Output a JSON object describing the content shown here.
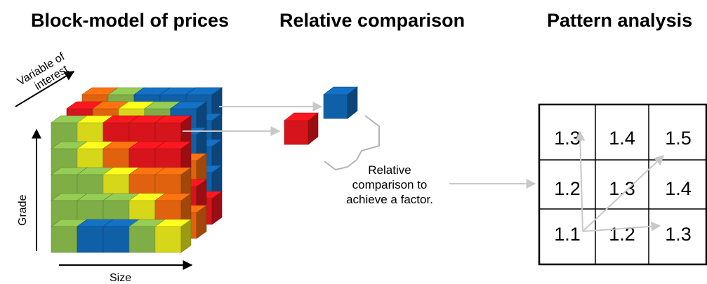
{
  "titles": {
    "block_model": "Block-model of prices",
    "relative_comparison": "Relative comparison",
    "pattern_analysis": "Pattern analysis"
  },
  "axes": {
    "variable_of_interest_line1": "Variable of",
    "variable_of_interest_line2": "interest",
    "grade": "Grade",
    "size": "Size"
  },
  "comparison_caption": [
    "Relative",
    "comparison to",
    "achieve a factor."
  ],
  "colors": {
    "green": "#7fae47",
    "yellow": "#d7d71a",
    "orange": "#e0620e",
    "red": "#d6141b",
    "blue": "#1060a8"
  },
  "pattern_grid": [
    [
      "1.3",
      "1.4",
      "1.5"
    ],
    [
      "1.2",
      "1.3",
      "1.4"
    ],
    [
      "1.1",
      "1.2",
      "1.3"
    ]
  ],
  "front_face": [
    [
      "green",
      "yellow",
      "red",
      "red",
      "red"
    ],
    [
      "green",
      "yellow",
      "orange",
      "red",
      "red"
    ],
    [
      "green",
      "green",
      "yellow",
      "orange",
      "orange"
    ],
    [
      "green",
      "green",
      "green",
      "yellow",
      "orange"
    ],
    [
      "green",
      "blue",
      "blue",
      "green",
      "yellow"
    ]
  ],
  "top_rows": [
    [
      "orange",
      "green",
      "blue",
      "blue",
      "blue"
    ],
    [
      "red",
      "orange",
      "yellow",
      "green",
      "blue"
    ],
    [
      "green",
      "yellow",
      "red",
      "red",
      "red"
    ]
  ],
  "right_face": [
    [
      "blue",
      "blue",
      "blue"
    ],
    [
      "green",
      "blue",
      "blue"
    ],
    [
      "yellow",
      "orange",
      "blue"
    ],
    [
      "orange",
      "red",
      "blue"
    ],
    [
      "yellow",
      "orange",
      "red"
    ]
  ]
}
